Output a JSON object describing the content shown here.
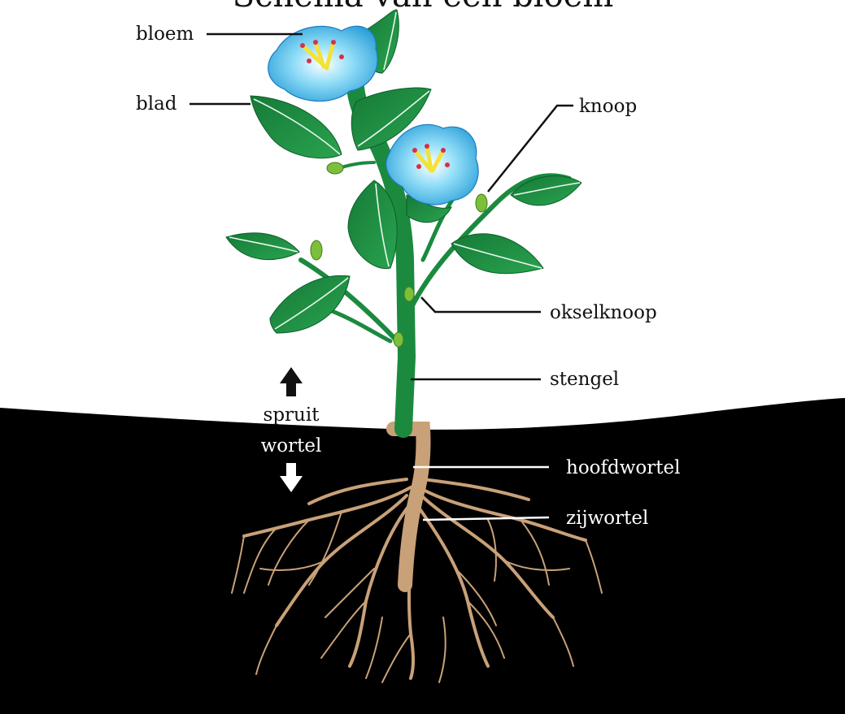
{
  "title": "Schema van een bloem",
  "labels": {
    "bloem": "bloem",
    "blad": "blad",
    "knoop": "knoop",
    "okselknoop": "okselknoop",
    "stengel": "stengel",
    "hoofdwortel": "hoofdwortel",
    "zijwortel": "zijwortel",
    "spruit": "spruit",
    "wortel": "wortel"
  },
  "colors": {
    "soil": "#000000",
    "stem": "#1b8a3f",
    "leaf": "#1f9446",
    "leaf_dark": "#157a37",
    "flower": "#6fd0f5",
    "flower_dark": "#2b9fd8",
    "root": "#c9a178",
    "bud": "#7cbf3a",
    "stamen": "#f2e23a"
  }
}
